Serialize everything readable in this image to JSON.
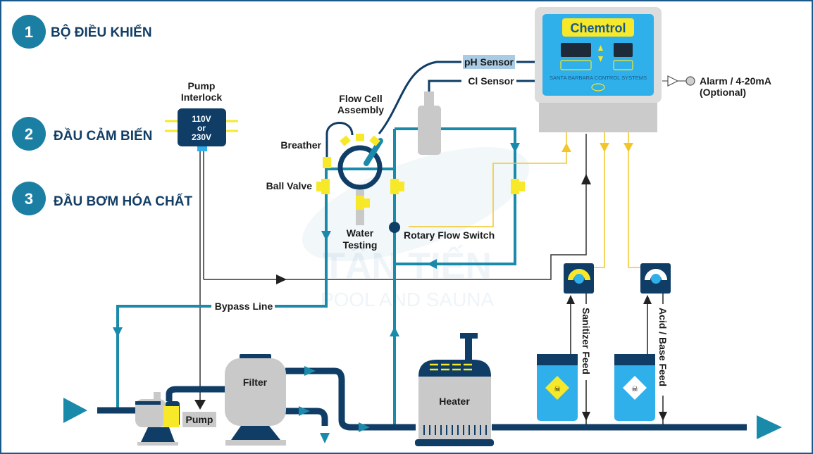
{
  "legend": [
    {
      "number": "1",
      "label": "BỘ ĐIỀU KHIỂN"
    },
    {
      "number": "2",
      "label": "ĐẦU CẢM BIẾN"
    },
    {
      "number": "3",
      "label": "ĐẦU BƠM HÓA CHẤT"
    }
  ],
  "controller": {
    "brand": "Chemtrol",
    "maker": "SANTA BARBARA CONTROL SYSTEMS"
  },
  "interlock": {
    "title_line1": "Pump",
    "title_line2": "Interlock",
    "voltage_line1": "110V",
    "voltage_line2": "or",
    "voltage_line3": "230V"
  },
  "labels": {
    "ph_sensor": "pH Sensor",
    "cl_sensor": "Cl Sensor",
    "alarm_line1": "Alarm / 4-20mA",
    "alarm_line2": "(Optional)",
    "flow_cell_line1": "Flow Cell",
    "flow_cell_line2": "Assembly",
    "breather": "Breather",
    "ball_valve": "Ball Valve",
    "water_testing_line1": "Water",
    "water_testing_line2": "Testing",
    "rotary_flow_switch": "Rotary Flow Switch",
    "bypass_line": "Bypass Line",
    "pump": "Pump",
    "filter": "Filter",
    "heater": "Heater",
    "sanitizer_feed": "Sanitizer Feed",
    "acid_base_feed": "Acid / Base Feed"
  },
  "watermark": {
    "line1": "TÂN TIẾN",
    "line2": "POOL AND SAUNA"
  },
  "colors": {
    "navy": "#0f3d66",
    "teal": "#1a8aab",
    "yellow": "#f7e92a",
    "sky": "#2fb0ea",
    "gray": "#c9c9c9"
  }
}
